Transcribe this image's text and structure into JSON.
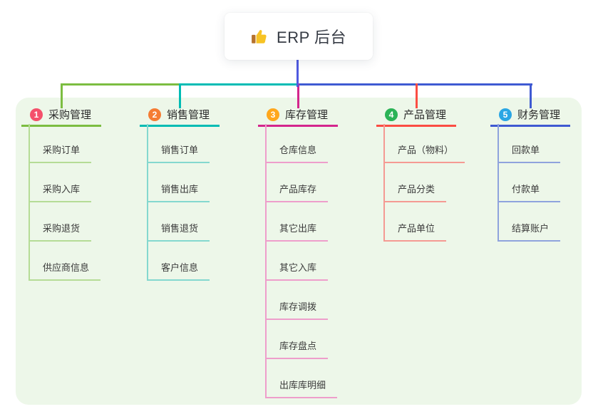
{
  "root": {
    "title": "ERP 后台",
    "icon": "thumbs-up-icon",
    "connector_color": "#4f5ae0"
  },
  "panel": {
    "background_color": "#edf7e9"
  },
  "branches": [
    {
      "index": "1",
      "label": "采购管理",
      "branch_color": "#7cbd41",
      "child_line_color": "#b5dc96",
      "badge_color": "#f4506b",
      "children": [
        "采购订单",
        "采购入库",
        "采购退货",
        "供应商信息"
      ]
    },
    {
      "index": "2",
      "label": "销售管理",
      "branch_color": "#00bcb4",
      "child_line_color": "#84d8cf",
      "badge_color": "#f57c33",
      "children": [
        "销售订单",
        "销售出库",
        "销售退货",
        "客户信息"
      ]
    },
    {
      "index": "3",
      "label": "库存管理",
      "branch_color": "#d4268d",
      "child_line_color": "#ee9ecb",
      "badge_color": "#ffa71c",
      "children": [
        "仓库信息",
        "产品库存",
        "其它出库",
        "其它入库",
        "库存调拨",
        "库存盘点",
        "出库库明细"
      ]
    },
    {
      "index": "4",
      "label": "产品管理",
      "branch_color": "#fb4d43",
      "child_line_color": "#f59a93",
      "badge_color": "#2bb356",
      "children": [
        "产品（物料）",
        "产品分类",
        "产品单位"
      ]
    },
    {
      "index": "5",
      "label": "财务管理",
      "branch_color": "#3f5ad2",
      "child_line_color": "#8fa3dd",
      "badge_color": "#2aa6e4",
      "children": [
        "回款单",
        "付款单",
        "结算账户"
      ]
    }
  ]
}
